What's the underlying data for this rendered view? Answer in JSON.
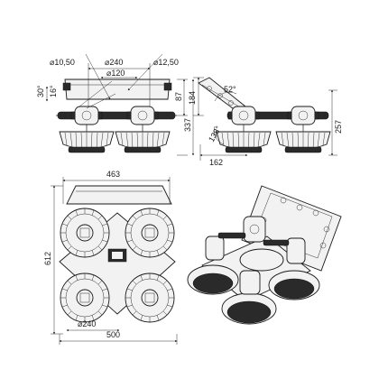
{
  "front_view": {
    "dia_left": "⌀10,50",
    "dia_mid": "⌀240",
    "dia_right": "⌀12,50",
    "dia_inner": "⌀120",
    "angle_30": "30°",
    "angle_16": "16°",
    "h_87": "87",
    "h_337": "337"
  },
  "side_view": {
    "angle_52": "52°",
    "angle_138": "138°",
    "h_184": "184",
    "h_257": "257",
    "w_162": "162"
  },
  "top_view": {
    "w_463": "463",
    "h_612": "612",
    "dia_240": "⌀240",
    "w_500": "500"
  }
}
